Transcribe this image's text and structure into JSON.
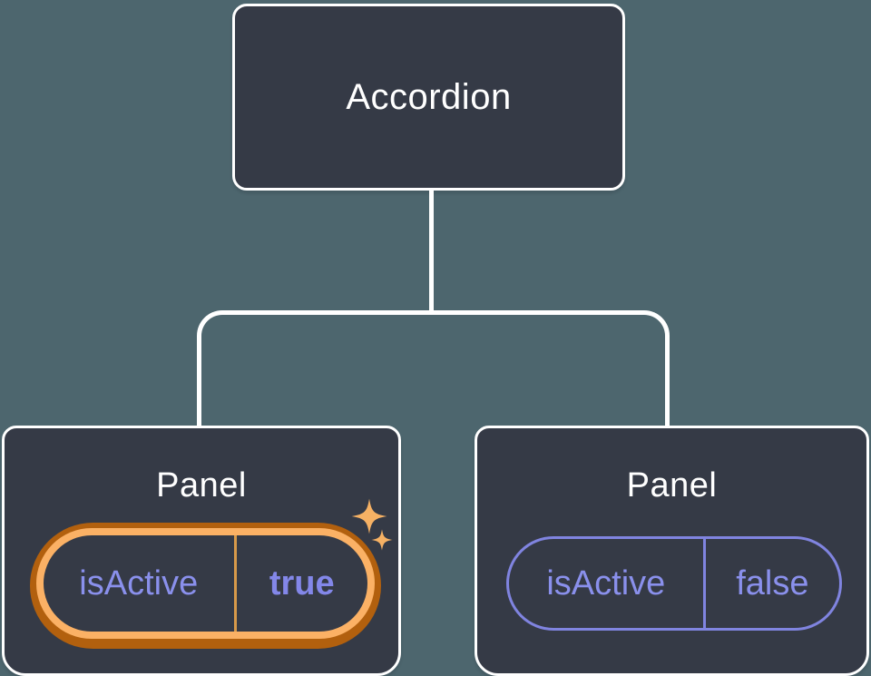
{
  "diagram": {
    "root": {
      "label": "Accordion"
    },
    "panels": [
      {
        "title": "Panel",
        "state_key": "isActive",
        "state_value": "true",
        "active": true,
        "icons": [
          "sparkle-icon-large",
          "sparkle-icon-small"
        ]
      },
      {
        "title": "Panel",
        "state_key": "isActive",
        "state_value": "false",
        "active": false
      }
    ]
  },
  "colors": {
    "background": "#4d666e",
    "node_fill": "#353a46",
    "node_border": "#ffffff",
    "connector": "#ffffff",
    "active_ring_outer": "#b2600e",
    "active_ring_inner": "#fbb165",
    "active_divider": "#d89a4a",
    "sparkle": "#f6b164",
    "state_text": "#8a90ec",
    "state_value_active": "#8387e9",
    "inactive_border": "#8084e0"
  }
}
